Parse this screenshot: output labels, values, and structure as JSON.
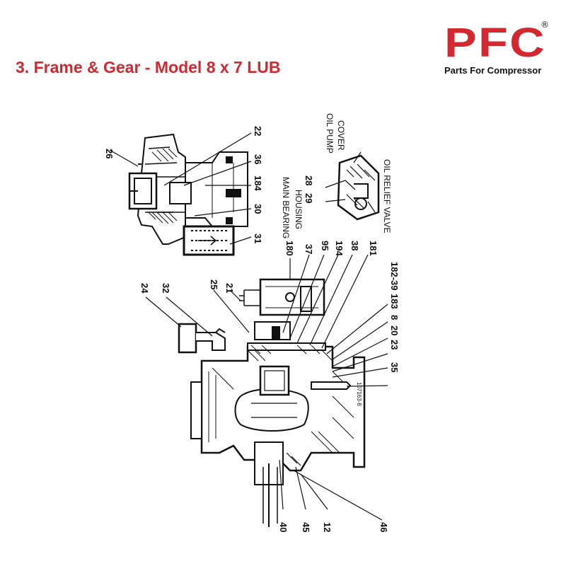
{
  "header": {
    "title": "3. Frame & Gear - Model 8 x 7 LUB"
  },
  "logo": {
    "wordmark": "PFC",
    "registered": "®",
    "tagline": "Parts For Compressor",
    "brand_color": "#d3282f"
  },
  "diagram": {
    "callouts": [
      "26",
      "22",
      "36",
      "184",
      "30",
      "31",
      "180",
      "37",
      "95",
      "194",
      "38",
      "181",
      "24",
      "32",
      "25",
      "21",
      "182-39",
      "183",
      "8",
      "20",
      "23",
      "35",
      "40",
      "45",
      "12",
      "46"
    ],
    "captions": {
      "main_bearing_housing_1": "MAIN BEARING",
      "main_bearing_housing_2": "HOUSING",
      "oil_pump_cover_1": "OIL PUMP",
      "oil_pump_cover_2": "COVER",
      "oil_relief_valve": "OIL RELIEF VALVE",
      "num_28": "28",
      "num_29": "29"
    },
    "stamp": "107163-8"
  }
}
